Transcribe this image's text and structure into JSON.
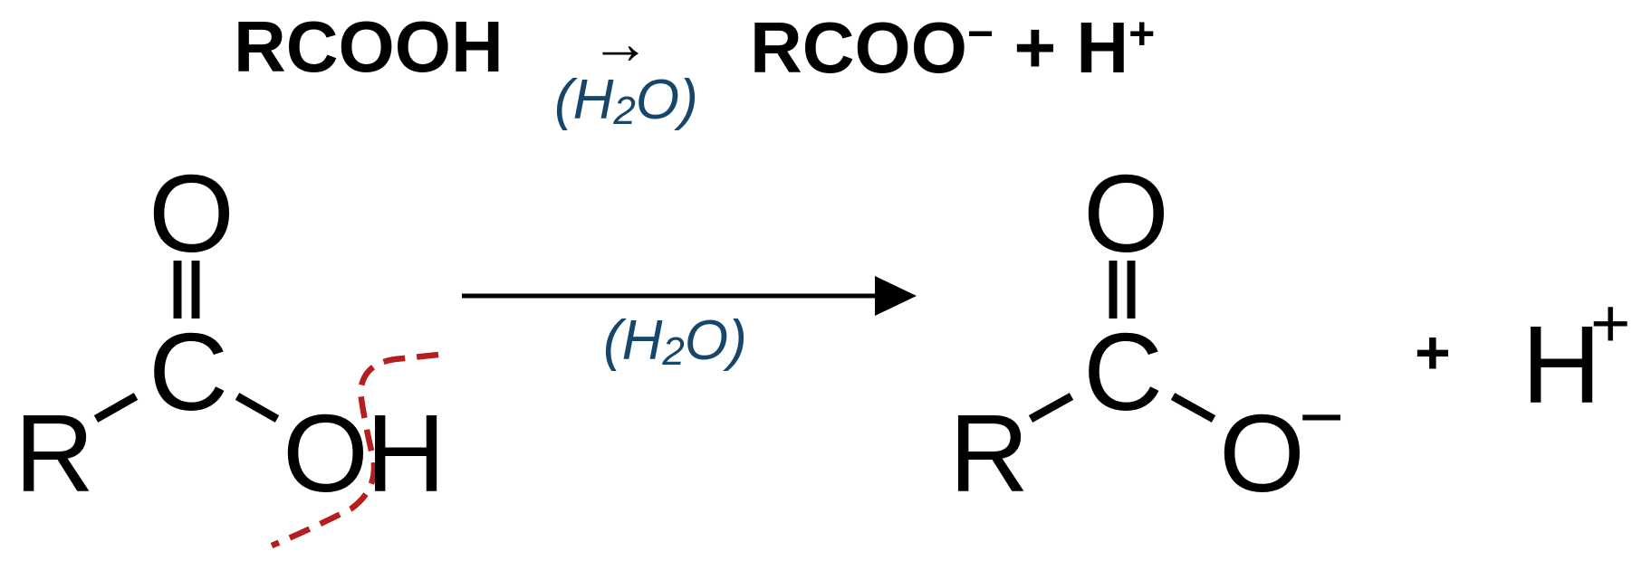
{
  "equation": {
    "reactant": "RCOOH",
    "arrow": "→",
    "solvent_open": "(H",
    "solvent_sub": "2",
    "solvent_close": "O)",
    "product_anion": "RCOO",
    "minus_sign": "−",
    "plus": "+",
    "proton": "H",
    "plus_charge": "+"
  },
  "structure": {
    "reactant_atoms": {
      "r": "R",
      "c": "C",
      "o_top": "O",
      "o_hydroxyl": "O",
      "h": "H"
    },
    "solvent_open": "(H",
    "solvent_sub": "2",
    "solvent_close": "O)",
    "product_atoms": {
      "r": "R",
      "c": "C",
      "o_top": "O",
      "o_anion": "O"
    },
    "anion_charge": "−",
    "plus": "+",
    "proton": "H",
    "proton_charge": "+"
  },
  "colors": {
    "solvent": "#17466b",
    "cleavage_line": "#b41e1e",
    "ink": "#000000"
  }
}
